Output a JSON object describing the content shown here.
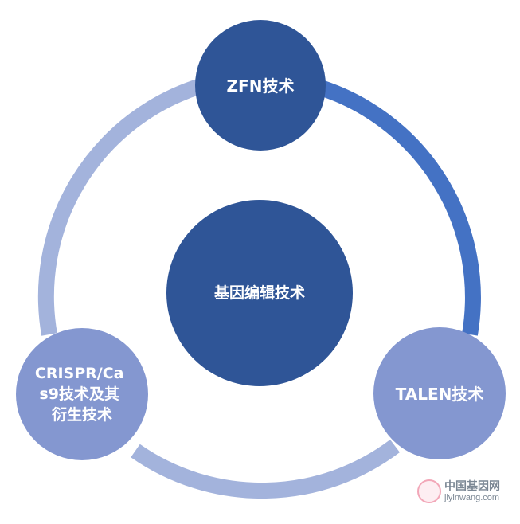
{
  "diagram": {
    "center": {
      "label": "基因编辑技术",
      "color": "#2f5597"
    },
    "nodes": [
      {
        "id": "zfn",
        "lines": [
          "ZFN技术"
        ],
        "color": "#2f5597"
      },
      {
        "id": "talen",
        "lines": [
          "TALEN技术"
        ],
        "color": "#8497d0"
      },
      {
        "id": "crispr",
        "lines": [
          "CRISPR/Ca",
          "s9技术及其",
          "衍生技术"
        ],
        "color": "#8497d0"
      }
    ],
    "arcs": [
      {
        "from": "zfn",
        "to": "talen",
        "color": "#4472c4"
      },
      {
        "from": "talen",
        "to": "crispr",
        "color": "#a3b3dc"
      },
      {
        "from": "crispr",
        "to": "zfn",
        "color": "#a3b3dc"
      }
    ]
  },
  "watermark": {
    "title": "中国基因网",
    "url": "jiyinwang.com"
  }
}
